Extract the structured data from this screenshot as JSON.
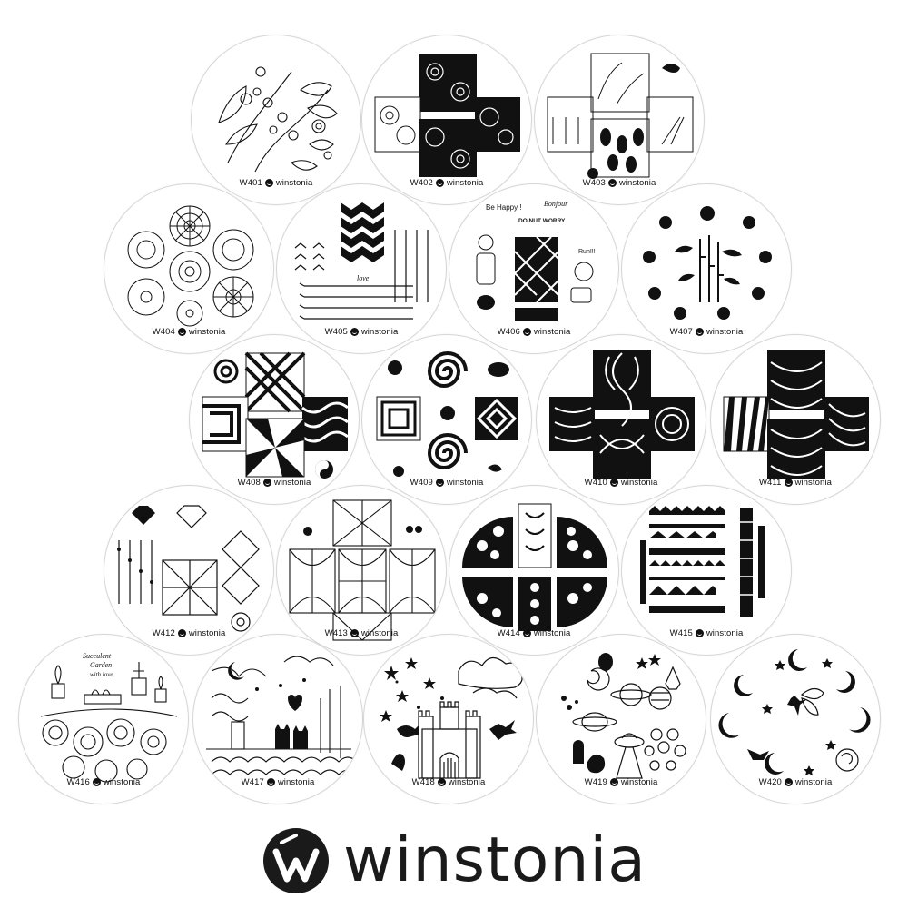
{
  "brand": {
    "name": "winstonia",
    "color": "#1a1a1a"
  },
  "plates": [
    {
      "code": "W401",
      "brand": "winstonia",
      "pattern": "floral-doodle"
    },
    {
      "code": "W402",
      "brand": "winstonia",
      "pattern": "roses-cross"
    },
    {
      "code": "W403",
      "brand": "winstonia",
      "pattern": "leaves-cross"
    },
    {
      "code": "W404",
      "brand": "winstonia",
      "pattern": "mandalas"
    },
    {
      "code": "W405",
      "brand": "winstonia",
      "pattern": "arrows-chevrons",
      "text": [
        "love"
      ]
    },
    {
      "code": "W406",
      "brand": "winstonia",
      "pattern": "cute-food",
      "text": [
        "Be Happy !",
        "Bonjour",
        "DO NUT WORRY",
        "Run!!!"
      ]
    },
    {
      "code": "W407",
      "brand": "winstonia",
      "pattern": "pandas-bamboo"
    },
    {
      "code": "W408",
      "brand": "winstonia",
      "pattern": "op-art-cross"
    },
    {
      "code": "W409",
      "brand": "winstonia",
      "pattern": "spirals-animals"
    },
    {
      "code": "W410",
      "brand": "winstonia",
      "pattern": "marble-cross"
    },
    {
      "code": "W411",
      "brand": "winstonia",
      "pattern": "marble-rays-cross"
    },
    {
      "code": "W412",
      "brand": "winstonia",
      "pattern": "diamonds-geometric"
    },
    {
      "code": "W413",
      "brand": "winstonia",
      "pattern": "stained-glass"
    },
    {
      "code": "W414",
      "brand": "winstonia",
      "pattern": "lace-cross"
    },
    {
      "code": "W415",
      "brand": "winstonia",
      "pattern": "tribal-bands"
    },
    {
      "code": "W416",
      "brand": "winstonia",
      "pattern": "succulent-garden",
      "text": [
        "Succulent",
        "Garden",
        "with love"
      ]
    },
    {
      "code": "W417",
      "brand": "winstonia",
      "pattern": "cats-rooftop"
    },
    {
      "code": "W418",
      "brand": "winstonia",
      "pattern": "castle-stars"
    },
    {
      "code": "W419",
      "brand": "winstonia",
      "pattern": "space-aliens"
    },
    {
      "code": "W420",
      "brand": "winstonia",
      "pattern": "moons-fairy"
    }
  ]
}
